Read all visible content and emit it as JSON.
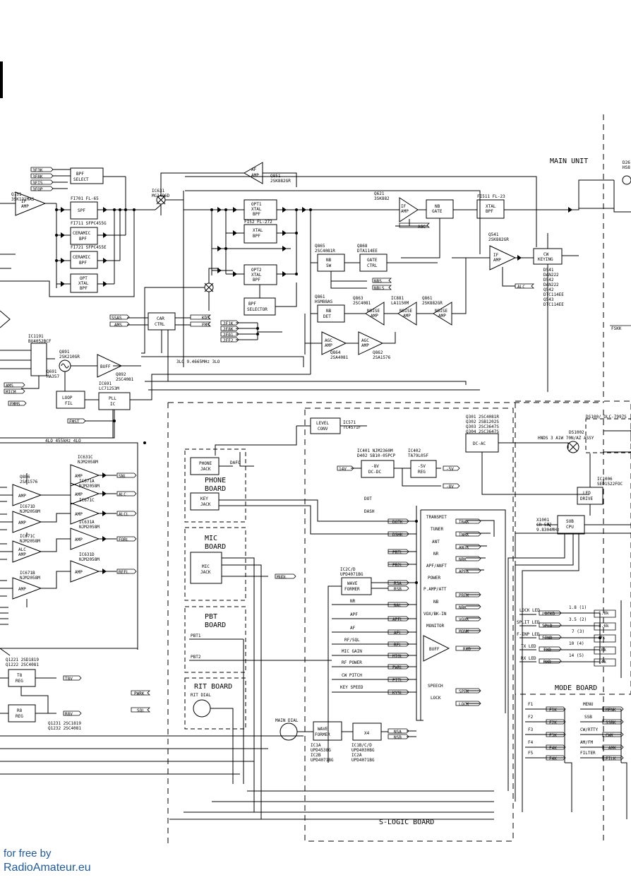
{
  "boards": {
    "main_unit": "MAIN UNIT",
    "phone_board": [
      "PHONE",
      "BOARD"
    ],
    "mic_board": [
      "MIC",
      "BOARD"
    ],
    "pbt_board": [
      "PBT",
      "BOARD"
    ],
    "rit_board": "RIT BOARD",
    "mode_board": "MODE BOARD",
    "s_logic_board": "S-LOGIC BOARD"
  },
  "blocks": {
    "bpf_select": [
      "BPF",
      "SELECT"
    ],
    "if_amp": [
      "IF",
      "AMP"
    ],
    "spf": "SPF",
    "ceramic_bpf": [
      "CERAMIC",
      "BPF"
    ],
    "opt_xtal_bpf": [
      "OPT",
      "XTAL",
      "BPF"
    ],
    "af_amp": [
      "AF",
      "AMP"
    ],
    "opt1_xtal_bpf": [
      "OPT1",
      "XTAL",
      "BPF"
    ],
    "xtal_bpf": [
      "XTAL",
      "BPF"
    ],
    "opt2_xtal_bpf": [
      "OPT2",
      "XTAL",
      "BPF"
    ],
    "nb_gate": [
      "NB",
      "GATE"
    ],
    "cw_keying": [
      "CW",
      "KEYING"
    ],
    "nb_sw": [
      "NB",
      "SW"
    ],
    "gate_ctrl": [
      "GATE",
      "CTRL"
    ],
    "nb_det": [
      "NB",
      "DET"
    ],
    "noise_amp": [
      "NOISE",
      "AMP"
    ],
    "agc_amp": [
      "AGC",
      "AMP"
    ],
    "bpf_selector": [
      "BPF",
      "SELECTOR"
    ],
    "car_ctrl": [
      "CAR",
      "CTRL"
    ],
    "buff": "BUFF",
    "loop_fil": [
      "LOOP",
      "FIL"
    ],
    "pll_ic": [
      "PLL",
      "IC"
    ],
    "level_conv": [
      "LEVEL",
      "CONV"
    ],
    "dc_dc": [
      "-8V",
      "DC-DC"
    ],
    "reg_5v": [
      "-5V",
      "REG"
    ],
    "dc_ac": "DC-AC",
    "led_drive": [
      "LED",
      "DRIVE"
    ],
    "sub_cpu": [
      "SUB",
      "CPU"
    ],
    "amp": "AMP",
    "alc_amp": [
      "ALC",
      "AMP"
    ],
    "t8_reg": [
      "T8",
      "REG"
    ],
    "r8_reg": [
      "R8",
      "REG"
    ],
    "phone_jack": [
      "PHONE",
      "JACK"
    ],
    "key_jack": [
      "KEY",
      "JACK"
    ],
    "mic_jack": [
      "MIC",
      "JACK"
    ],
    "wave_former": [
      "WAVE",
      "FORMER"
    ],
    "x4": "X4",
    "main_dial": "MAIN DIAL",
    "rit_dial": "RIT DIAL",
    "pbt1": "PBT1",
    "pbt2": "PBT2"
  },
  "parts": {
    "f3fk": "3F3K",
    "f3fbk": "3F8K",
    "f3fi5": "3FI5",
    "f3fop": "3FOP",
    "q751": [
      "Q751",
      "3SK131MAS"
    ],
    "fi701": "FI701 FL-65",
    "fi711": "FI711 SFPC455G",
    "fi721": "FI721 SFPC455E",
    "q851": [
      "Q851",
      "2SK882GR"
    ],
    "ic631": [
      "IC631",
      "MC1496D"
    ],
    "fi52": "FI52 FL-272",
    "q621": [
      "Q621",
      "3SK882"
    ],
    "fi511": "FI511 FL-23",
    "d26": [
      "D26",
      "HS8"
    ],
    "q541": [
      "Q541",
      "2SK882GR"
    ],
    "d541": [
      "D541",
      "DAN222",
      "D542",
      "DAN222",
      "Q542",
      "DTC114EE",
      "Q543",
      "DTC114EE"
    ],
    "q865": [
      "Q865",
      "2SC4081R"
    ],
    "q868": [
      "Q868",
      "DTA114EE"
    ],
    "q861": [
      "Q861",
      "HSM88AS"
    ],
    "q863": [
      "Q863",
      "2SC4081"
    ],
    "ic881": [
      "IC881",
      "LA1150M"
    ],
    "q861b": [
      "Q861",
      "2SK882GR"
    ],
    "q864": [
      "Q864",
      "2SA4081"
    ],
    "q862": [
      "Q862",
      "2SA1576"
    ],
    "ic1191": [
      "IC1191",
      "BU4052BCF"
    ],
    "q891": [
      "Q891",
      "2SK210GR"
    ],
    "q691": [
      "Q691",
      "MA357"
    ],
    "q892": [
      "Q892",
      "2SC4081"
    ],
    "ic691": [
      "IC691",
      "LC71253M"
    ],
    "ic571": [
      "IC571",
      "TC4S71F"
    ],
    "ic401": [
      "IC401 NJM2360M",
      "D402  SB10-05PCP"
    ],
    "ic402": [
      "IC402",
      "TA79L05F"
    ],
    "q301": [
      "Q301 2SC4081R",
      "Q302 2SB1202S",
      "Q303 2SC3647S",
      "Q304 2SC3647S"
    ],
    "ds100": "DS100/ DLC-7997S",
    "ds1002": [
      "DS1002",
      "HNDS 3 A1W 70N/AZ ASSY"
    ],
    "ic1006": [
      "IC1006",
      "SED1522FOC"
    ],
    "x1001": [
      "X1001",
      "CR-567",
      "9.8304MHz"
    ],
    "q886": [
      "Q886",
      "2SA1576"
    ],
    "ic631c": [
      "IC631C",
      "NJM2058M"
    ],
    "ic671d": [
      "IC671D",
      "NJM2058M"
    ],
    "ic671a": [
      "IC671A",
      "NJM2058M"
    ],
    "ic671c": [
      "IC671C",
      "NJM2058M"
    ],
    "ic631a": [
      "IC631A",
      "NJM2058M"
    ],
    "ic671b": [
      "IC671B",
      "NJM2058M"
    ],
    "ic631d": [
      "IC631D",
      "NJM2058M"
    ],
    "q1221": [
      "Q1221 2SD1819",
      "Q1222 2SC4081"
    ],
    "q1231": [
      "Q1231 2SC1819",
      "Q1232 2SC4081"
    ],
    "ic2cd": [
      "IC2C/D",
      "UPD4071BG"
    ],
    "ic1a": [
      "IC1A",
      "UPD4538G",
      "IC2B",
      "UPD4071BG"
    ],
    "ic1b": [
      "IC1B/C/D",
      "UPD4030BG",
      "IC2A",
      "UPD4071BG"
    ]
  },
  "signals": {
    "lo3": "3LO 9.4665MHz  3LO",
    "lo4": "4LO 455kHz     4LO",
    "agc": "AGC",
    "alc": "ALC",
    "nbs": "NBS",
    "nbls": "NBLS",
    "ssas": "SSAS",
    "ams": "AMS",
    "kds": "KDS",
    "fms": "FMS",
    "f2fik": "2F1K",
    "f2fbk": "2F8K",
    "f2fi": "2F01",
    "f2fz": "2FF2",
    "ams2": "AMS",
    "micm": "MICM",
    "fmms": "FMMS",
    "fmst": "FMST",
    "fskk": "FSKK",
    "v14": "14V",
    "m5v": "-5V",
    "m8v": "-8V",
    "dafo": "DAFO",
    "dot": "DOT",
    "dash": "DASH",
    "dotk": "DOTK",
    "dshk": "DSHK",
    "pbtl": "PBTL",
    "pb2l": "PB2L",
    "mudl": "MUDL",
    "rsa": "RSA",
    "rsb": "RSB",
    "nsa": "NSA",
    "nsb": "NSB",
    "nal": "NAL",
    "apfl": "APFL",
    "afl": "AFL",
    "rfl": "RFL",
    "migl": "MIGL",
    "pwrl": "PWRL",
    "pitl": "PITL",
    "kysl": "KYSL",
    "nr": "NR",
    "apf": "APF",
    "af": "AF",
    "rf_sql": "RF/SQL",
    "mic_gain": "MIC GAIN",
    "rf_power": "RF POWER",
    "cw_pitch": "CW PITCH",
    "key_speed": "KEY SPEED",
    "snl": "SNL",
    "alc_o": "ALC",
    "alcl": "ALCL",
    "forl": "FORL",
    "refl": "REFL",
    "t8v": "T8V",
    "r8v": "R8V",
    "pwrk": "PWRK",
    "sql": "SQL",
    "buff": "BUFF",
    "rxd": "RXD"
  },
  "switches": [
    {
      "label": "TRANSMIT",
      "sig": "TRAK"
    },
    {
      "label": "TUNER",
      "sig": "TNRK"
    },
    {
      "label": "ANT",
      "sig": "ANTK"
    },
    {
      "label": "NR",
      "sig": "NRK"
    },
    {
      "label": "APF/ANFT",
      "sig": "APFK"
    },
    {
      "label": "POWER",
      "sig": ""
    },
    {
      "label": "P.AMP/ATT",
      "sig": "PREK"
    },
    {
      "label": "NB",
      "sig": "NBK"
    },
    {
      "label": "VOX/BK-IN",
      "sig": "VOXK"
    },
    {
      "label": "MONITOR",
      "sig": "MONK"
    }
  ],
  "speech": {
    "label": "SPEECH",
    "sig": "SPEK"
  },
  "lock": {
    "label": "LOCK",
    "sig": "LOCK"
  },
  "leds": [
    {
      "label": "LOCK LED",
      "sig": "LOCKD"
    },
    {
      "label": "SPLIT LED",
      "sig": "SPLD"
    },
    {
      "label": "F-INP LED",
      "sig": "FIND"
    },
    {
      "label": "TX LED",
      "sig": "TXD"
    },
    {
      "label": "RX LED",
      "sig": "RXD"
    }
  ],
  "mode_resistors": [
    {
      "n": "1.8 (1)",
      "v": "1.8k"
    },
    {
      "n": "3.5 (2)",
      "v": "3.6k"
    },
    {
      "n": "7 (3)",
      "v": "7k"
    },
    {
      "n": "10 (4)",
      "v": "10k"
    },
    {
      "n": "14 (5)",
      "v": "14k"
    }
  ],
  "f_keys": [
    {
      "label": "F1",
      "sig": "F1K"
    },
    {
      "label": "F2",
      "sig": "F2K"
    },
    {
      "label": "F3",
      "sig": "F3K"
    },
    {
      "label": "F4",
      "sig": "F4K"
    },
    {
      "label": "F5",
      "sig": "F4K"
    }
  ],
  "mode_keys": [
    {
      "label": "MENU",
      "sig": "MENK"
    },
    {
      "label": "SSB",
      "sig": "SSBK"
    },
    {
      "label": "CW/RTTY",
      "sig": "CWK"
    },
    {
      "label": "AM/FM",
      "sig": "AMK"
    },
    {
      "label": "FILTER",
      "sig": "FILK"
    }
  ],
  "watermark": [
    "for free by",
    "RadioAmateur.eu"
  ],
  "colors": {
    "ink": "#000000",
    "paper": "#ffffff",
    "watermark": "#1f5aa0"
  }
}
